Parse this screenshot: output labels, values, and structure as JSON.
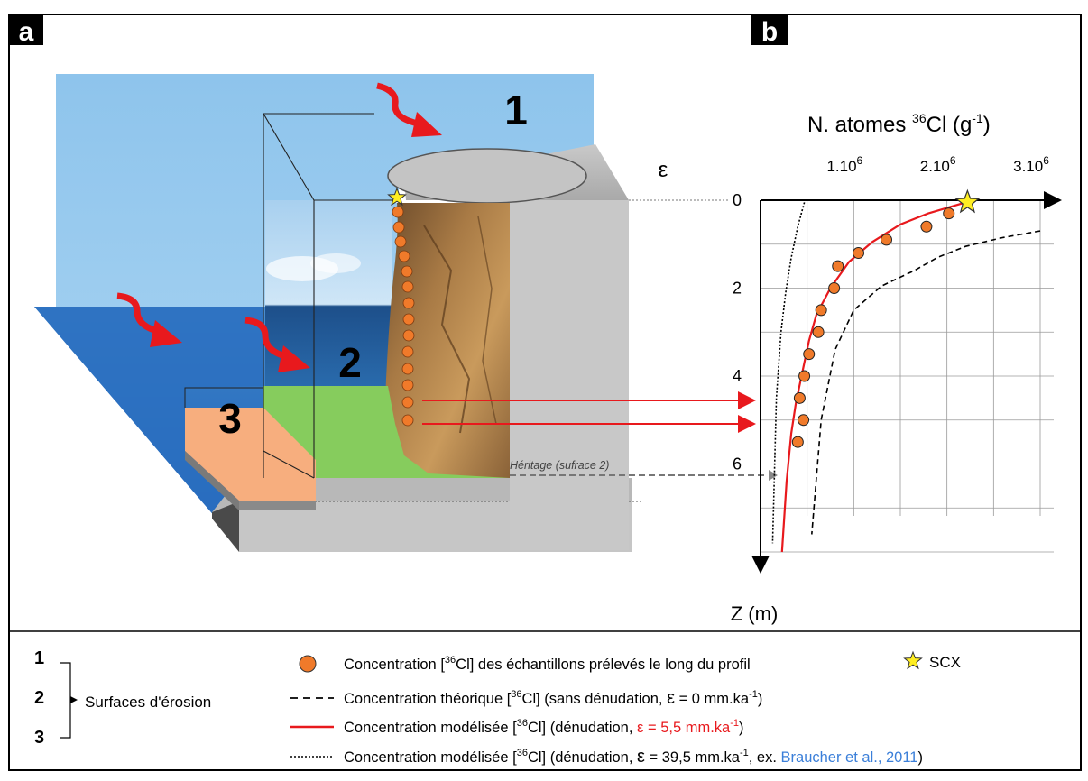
{
  "panels": {
    "a": "a",
    "b": "b"
  },
  "block_diagram": {
    "surface_numbers": [
      "1",
      "2",
      "3"
    ],
    "epsilon_symbol": "ε",
    "heritage_label": "Héritage (sufrace 2)"
  },
  "chart_data": {
    "type": "line",
    "title_parts": {
      "main": "N. atomes ",
      "sup_isotope": "36",
      "element": "Cl (g",
      "sup_exp": "-1",
      "close": ")"
    },
    "x_ticks": [
      {
        "value": 1000000,
        "base": "1.10",
        "exp": "6"
      },
      {
        "value": 2000000,
        "base": "2.10",
        "exp": "6"
      },
      {
        "value": 3000000,
        "base": "3.10",
        "exp": "6"
      }
    ],
    "y_ticks": [
      0,
      2,
      4,
      6
    ],
    "ylabel": "Z (m)",
    "xlim": [
      0,
      3000000
    ],
    "ylim": [
      0,
      8
    ],
    "y_inverted": true,
    "grid": true,
    "samples": {
      "x": [
        2020000,
        1780000,
        1350000,
        1050000,
        830000,
        790000,
        650000,
        620000,
        520000,
        470000,
        420000,
        460000,
        400000
      ],
      "y": [
        0.3,
        0.6,
        0.9,
        1.2,
        1.5,
        2.0,
        2.5,
        3.0,
        3.5,
        4.0,
        4.5,
        5.0,
        5.5
      ]
    },
    "scx": {
      "x": 2220000,
      "y": 0.05
    },
    "series": [
      {
        "name": "Concentration théorique [36Cl] (sans dénudation, ε = 0 mm.ka-1)",
        "style": "dashed",
        "color": "#000000",
        "x": [
          3000000,
          2600000,
          2200000,
          1900000,
          1650000,
          1300000,
          1000000,
          800000,
          650000,
          550000
        ],
        "y": [
          0.7,
          0.85,
          1.05,
          1.3,
          1.6,
          1.95,
          2.5,
          3.4,
          5.0,
          7.6
        ]
      },
      {
        "name": "Concentration modélisée [36Cl] (dénudation, ε = 5,5 mm.ka-1)",
        "style": "solid",
        "color": "#e8191d",
        "x": [
          2200000,
          1800000,
          1500000,
          1200000,
          950000,
          750000,
          600000,
          520000,
          450000,
          380000,
          330000,
          280000,
          230000
        ],
        "y": [
          0.05,
          0.3,
          0.55,
          0.95,
          1.4,
          2.0,
          2.6,
          3.2,
          3.9,
          4.6,
          5.3,
          6.4,
          8.0
        ]
      },
      {
        "name": "Concentration modélisée [36Cl] (dénudation, ε = 39,5 mm.ka-1, ex. Braucher et al., 2011)",
        "style": "dotted",
        "color": "#000000",
        "x": [
          470000,
          400000,
          330000,
          270000,
          220000,
          170000,
          130000
        ],
        "y": [
          0.05,
          0.6,
          1.3,
          2.1,
          3.0,
          4.5,
          7.8
        ]
      }
    ]
  },
  "legend": {
    "surfaces": [
      "1",
      "2",
      "3"
    ],
    "surfaces_label": "Surfaces d'érosion",
    "scx_label": "SCX",
    "samples_text": {
      "pre": "Concentration [",
      "sup": "36",
      "post": "Cl] des échantillons prélevés le long du profil"
    },
    "dashed_text": {
      "pre": "Concentration théorique [",
      "sup": "36",
      "mid": "Cl] (sans dénudation, ",
      "eps": "ε",
      "post": " = 0 mm.ka",
      "sup2": "-1",
      "end": ")"
    },
    "red_text": {
      "pre": "Concentration modélisée [",
      "sup": "36",
      "mid": "Cl]  (dénudation, ",
      "eps_val": "ε = 5,5 mm.ka",
      "sup2": "-1",
      "end": ")"
    },
    "dotted_text": {
      "pre": "Concentration modélisée [",
      "sup": "36",
      "mid": "Cl]  (dénudation, ",
      "eps": "ε",
      "post": " = 39,5 mm.ka",
      "sup2": "-1",
      "post2": ", ex. ",
      "ref": "Braucher et al., 2011",
      "end": ")"
    },
    "colors": {
      "sample_fill": "#f07a2a",
      "red": "#e8191d",
      "ref_blue": "#3b7fd9",
      "star": "#ffee22"
    }
  }
}
